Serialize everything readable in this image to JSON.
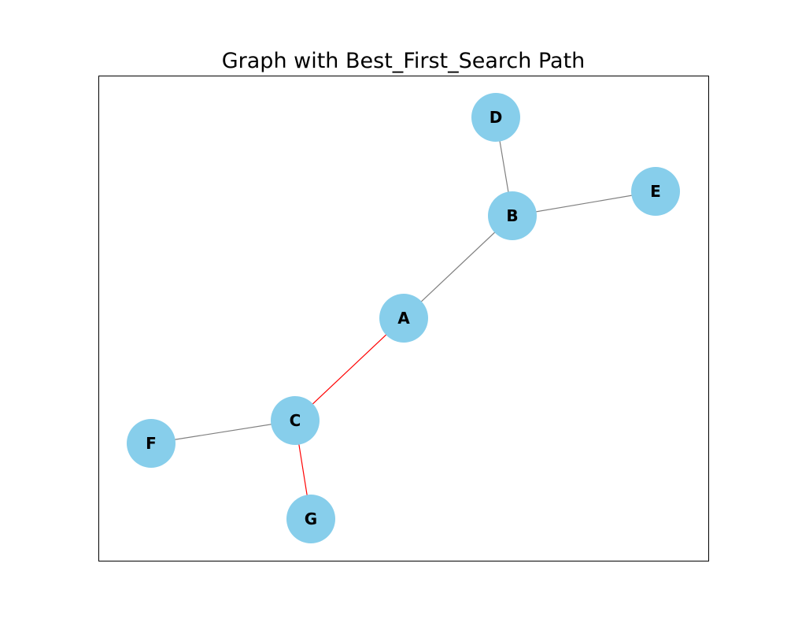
{
  "figure": {
    "title": "Graph with Best_First_Search Path"
  },
  "graph": {
    "nodes": [
      {
        "id": "A",
        "label": "A"
      },
      {
        "id": "B",
        "label": "B"
      },
      {
        "id": "C",
        "label": "C"
      },
      {
        "id": "D",
        "label": "D"
      },
      {
        "id": "E",
        "label": "E"
      },
      {
        "id": "F",
        "label": "F"
      },
      {
        "id": "G",
        "label": "G"
      }
    ],
    "edges": [
      {
        "source": "A",
        "target": "B",
        "on_path": false
      },
      {
        "source": "A",
        "target": "C",
        "on_path": true
      },
      {
        "source": "B",
        "target": "D",
        "on_path": false
      },
      {
        "source": "B",
        "target": "E",
        "on_path": false
      },
      {
        "source": "C",
        "target": "F",
        "on_path": false
      },
      {
        "source": "C",
        "target": "G",
        "on_path": true
      }
    ],
    "path": [
      "A",
      "C",
      "G"
    ]
  },
  "colors": {
    "node_fill": "#87ceeb",
    "edge_default": "#808080",
    "edge_path": "#ff0000",
    "frame": "#000000",
    "label": "#000000"
  }
}
